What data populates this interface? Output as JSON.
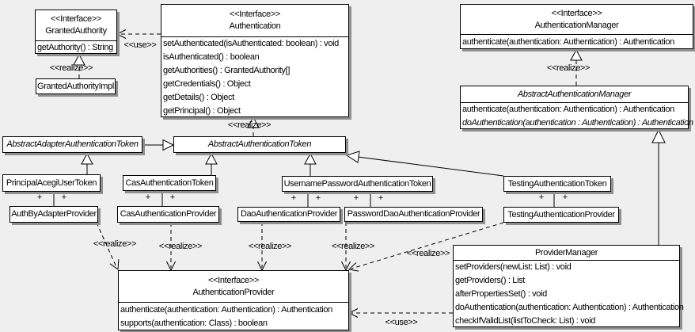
{
  "diagram": {
    "type": "uml-class-diagram",
    "plus_symbol": "+",
    "classes": [
      {
        "id": "granted-authority",
        "stereotype": "<<Interface>>",
        "name": "GrantedAuthority",
        "methods": [
          {
            "text": "getAuthority() : String"
          }
        ]
      },
      {
        "id": "authentication",
        "stereotype": "<<Interface>>",
        "name": "Authentication",
        "methods": [
          {
            "text": "setAuthenticated(isAuthenticated: boolean) : void"
          },
          {
            "text": "isAuthenticated() : boolean"
          },
          {
            "text": "getAuthorities() : GrantedAuthority[]"
          },
          {
            "text": "getCredentials() : Object"
          },
          {
            "text": "getDetails() : Object"
          },
          {
            "text": "getPrincipal() : Object"
          }
        ]
      },
      {
        "id": "authentication-manager",
        "stereotype": "<<Interface>>",
        "name": "AuthenticationManager",
        "methods": [
          {
            "text": "authenticate(authentication: Authentication) : Authentication"
          }
        ]
      },
      {
        "id": "granted-authority-impl",
        "name": "GrantedAuthorityImpl"
      },
      {
        "id": "abstract-authentication-manager",
        "name": "AbstractAuthenticationManager",
        "abstract": true,
        "methods": [
          {
            "text": "authenticate(authentication: Authentication) : Authentication"
          },
          {
            "text": "doAuthentication(authentication : Authentication) : Authentication",
            "abstract": true
          }
        ]
      },
      {
        "id": "abstract-adapter-authentication-token",
        "name": "AbstractAdapterAuthenticationToken",
        "abstract": true
      },
      {
        "id": "abstract-authentication-token",
        "name": "AbstractAuthenticationToken",
        "abstract": true
      },
      {
        "id": "principal-acegi-user-token",
        "name": "PrincipalAcegiUserToken"
      },
      {
        "id": "cas-authentication-token",
        "name": "CasAuthenticationToken"
      },
      {
        "id": "username-password-authentication-token",
        "name": "UsernamePasswordAuthenticationToken"
      },
      {
        "id": "testing-authentication-token",
        "name": "TestingAuthenticationToken"
      },
      {
        "id": "auth-by-adapter-provider",
        "name": "AuthByAdapterProvider"
      },
      {
        "id": "cas-authentication-provider",
        "name": "CasAuthenticationProvider"
      },
      {
        "id": "dao-authentication-provider",
        "name": "DaoAuthenticationProvider"
      },
      {
        "id": "password-dao-authentication-provider",
        "name": "PasswordDaoAuthenticationProvider"
      },
      {
        "id": "testing-authentication-provider",
        "name": "TestingAuthenticationProvider"
      },
      {
        "id": "authentication-provider",
        "stereotype": "<<Interface>>",
        "name": "AuthenticationProvider",
        "methods": [
          {
            "text": "authenticate(authentication: Authentication) : Authentication"
          },
          {
            "text": "supports(authentication: Class) : boolean"
          }
        ]
      },
      {
        "id": "provider-manager",
        "name": "ProviderManager",
        "methods": [
          {
            "text": "setProviders(newList: List) : void"
          },
          {
            "text": "getProviders() : List"
          },
          {
            "text": "afterPropertiesSet() : void"
          },
          {
            "text": "doAuthentication(authentication: Authentication) : Authentication"
          },
          {
            "text": "checkIfValidList(listToCheck: List) : void"
          }
        ]
      }
    ],
    "labels": [
      {
        "id": "use-authentication-grantedauthority",
        "text": "<<use>>"
      },
      {
        "id": "realize-grantedauthorityimpl",
        "text": "<<realize>>"
      },
      {
        "id": "realize-abstractauthenticationmanager",
        "text": "<<realize>>"
      },
      {
        "id": "realize-abstractauthenticationtoken",
        "text": "<<realize>>"
      },
      {
        "id": "realize-authbyadapterprovider",
        "text": "<<realize>>"
      },
      {
        "id": "realize-casauthenticationprovider",
        "text": "<<realize>>"
      },
      {
        "id": "realize-daoauthenticationprovider",
        "text": "<<realize>>"
      },
      {
        "id": "realize-passworddaoauthenticationprovider",
        "text": "<<realize>>"
      },
      {
        "id": "realize-testingauthenticationprovider",
        "text": "<<realize>>"
      },
      {
        "id": "use-providermanager-authenticationprovider",
        "text": "<<use>>"
      }
    ]
  }
}
